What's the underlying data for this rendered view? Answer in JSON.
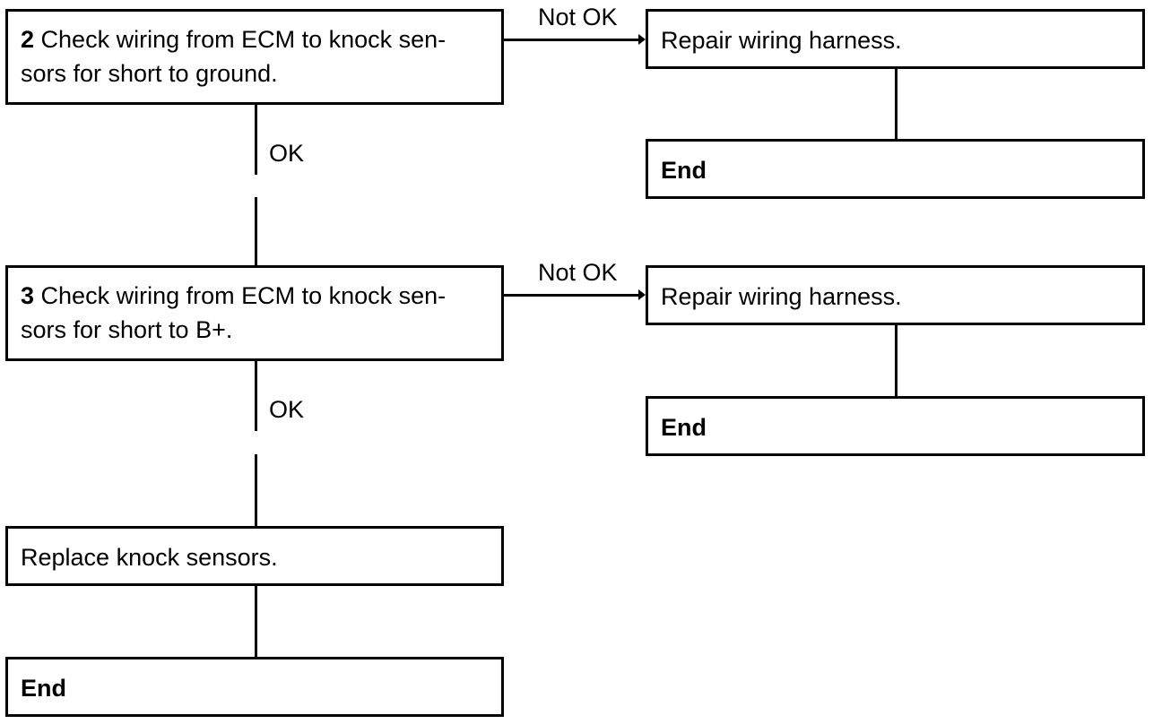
{
  "steps": [
    {
      "number": "2",
      "text": "Check wiring from ECM to knock sen- sors for short to ground.",
      "line1": "Check wiring from ECM to knock sen-",
      "line2": "sors for short to ground.",
      "ok_label": "OK",
      "not_ok_label": "Not OK",
      "repair": "Repair wiring harness.",
      "end": "End"
    },
    {
      "number": "3",
      "text": "Check wiring from ECM to knock sen- sors for short to B+.",
      "line1": "Check wiring from ECM to knock sen-",
      "line2": "sors for short to B+.",
      "ok_label": "OK",
      "not_ok_label": "Not OK",
      "repair": "Repair wiring harness.",
      "end": "End"
    }
  ],
  "final": {
    "action": "Replace knock sensors.",
    "end": "End"
  }
}
